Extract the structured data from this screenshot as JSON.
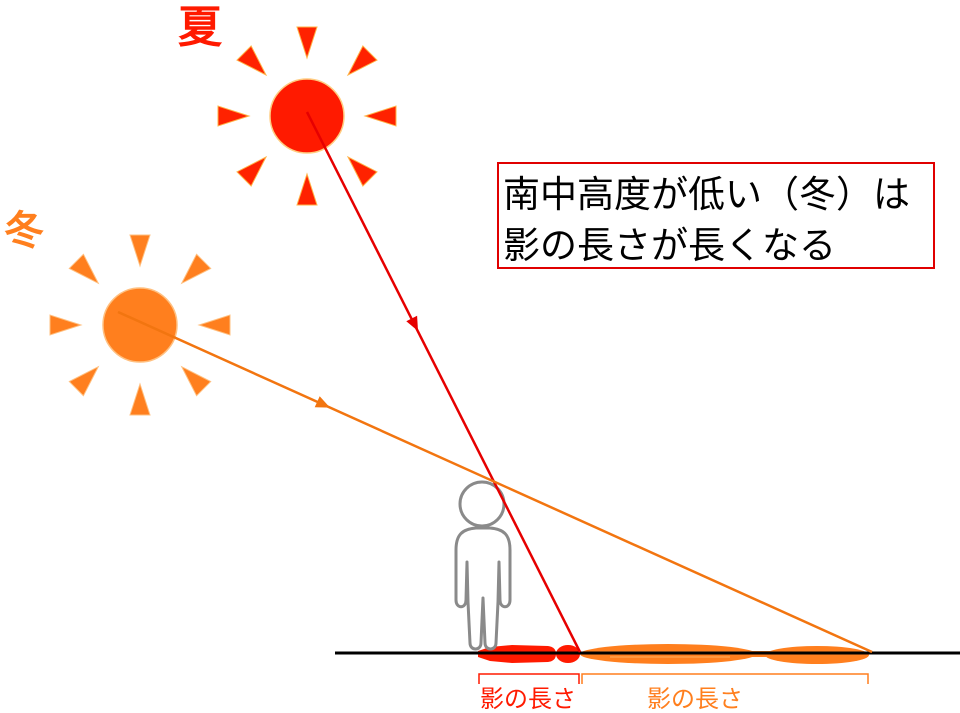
{
  "labels": {
    "summer": "夏",
    "winter": "冬"
  },
  "note": {
    "line1": "南中高度が低い（冬）は",
    "line2": "影の長さが長くなる"
  },
  "shadow_labels": {
    "summer": "影の長さ",
    "winter": "影の長さ"
  },
  "colors": {
    "summer": "#ff1a00",
    "winter": "#ff7f1e",
    "note_border": "#e00000",
    "ground": "#000000",
    "person_outline": "#8a8a8a"
  },
  "icons": {
    "summer_sun": "sun-icon",
    "winter_sun": "sun-icon",
    "person": "person-icon"
  }
}
